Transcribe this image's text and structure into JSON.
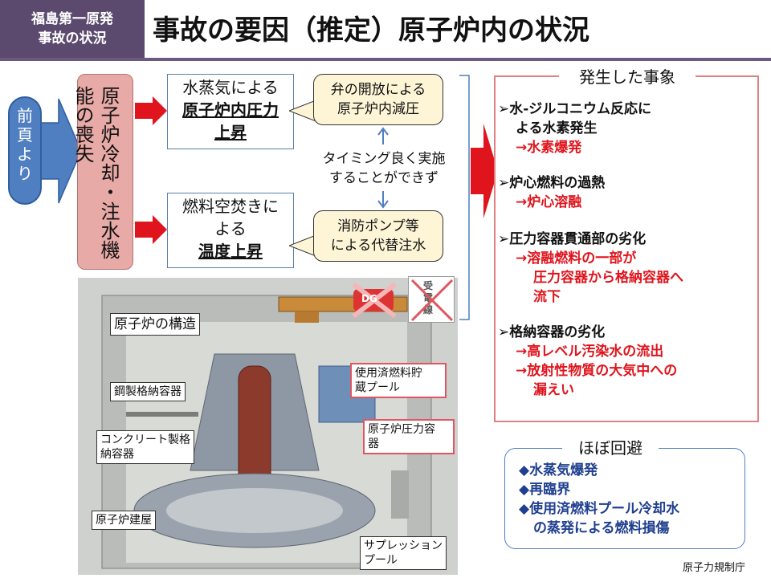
{
  "header": {
    "tag_line1": "福島第一原発",
    "tag_line2": "事故の状況",
    "title": "事故の要因（推定）原子炉内の状況"
  },
  "prev_page": "前頁より",
  "cause": "原子炉冷却・注水機能の喪失",
  "pressure_box": {
    "line1": "水蒸気による",
    "line2": "原子炉内圧力",
    "line3": "上昇"
  },
  "temp_box": {
    "line1": "燃料空焚きに",
    "line2": "よる",
    "line3": "温度上昇"
  },
  "callout_top": {
    "line1": "弁の開放による",
    "line2": "原子炉内減圧"
  },
  "callout_bottom": {
    "line1": "消防ポンプ等",
    "line2": "による代替注水"
  },
  "timing_text": {
    "line1": "タイミング良く実施",
    "line2": "することができず"
  },
  "events": {
    "title": "発生した事象",
    "items": [
      {
        "line1": "水-ジルコニウム反応に",
        "line2": "よる水素発生",
        "result": "→水素爆発"
      },
      {
        "line1": "炉心燃料の過熱",
        "result": "→炉心溶融"
      },
      {
        "line1": "圧力容器貫通部の劣化",
        "result1": "→溶融燃料の一部が",
        "result2": "圧力容器から格納容器へ",
        "result3": "流下"
      },
      {
        "line1": "格納容器の劣化",
        "result1": "→高レベル汚染水の流出",
        "result2": "→放射性物質の大気中への",
        "result3": "漏えい"
      }
    ]
  },
  "avoided": {
    "title": "ほぼ回避",
    "items": [
      "水蒸気爆発",
      "再臨界",
      "使用済燃料プール冷却水",
      "の蒸発による燃料損傷"
    ]
  },
  "figure": {
    "title": "原子炉の構造",
    "labels": {
      "steel": "鋼製格納容器",
      "concrete1": "コンクリート製格",
      "concrete2": "納容器",
      "building": "原子炉建屋",
      "pool1": "使用済燃料貯",
      "pool2": "蔵プール",
      "rpv1": "原子炉圧力容",
      "rpv2": "器",
      "supp1": "サプレッション",
      "supp2": "プール"
    },
    "dg_icon": "DG",
    "power_icon1": "受",
    "power_icon2": "電",
    "power_icon3": "線"
  },
  "credit": "原子力規制庁",
  "colors": {
    "accent_purple": "#5b4a6e",
    "arrow_red": "#e0141c",
    "prev_blue": "#4f7fc1",
    "cause_pink": "#e8aaa7"
  }
}
